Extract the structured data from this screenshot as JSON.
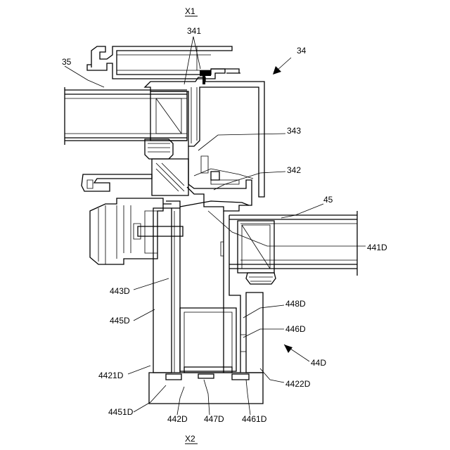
{
  "labels": {
    "x1": "X1",
    "x2": "X2",
    "l341": "341",
    "l34": "34",
    "l35": "35",
    "l343": "343",
    "l342": "342",
    "l45": "45",
    "l441D": "441D",
    "l443D": "443D",
    "l448D": "448D",
    "l445D": "445D",
    "l446D": "446D",
    "l44D": "44D",
    "l4421D": "4421D",
    "l4422D": "4422D",
    "l4451D": "4451D",
    "l442D": "442D",
    "l447D": "447D",
    "l4461D": "4461D"
  }
}
